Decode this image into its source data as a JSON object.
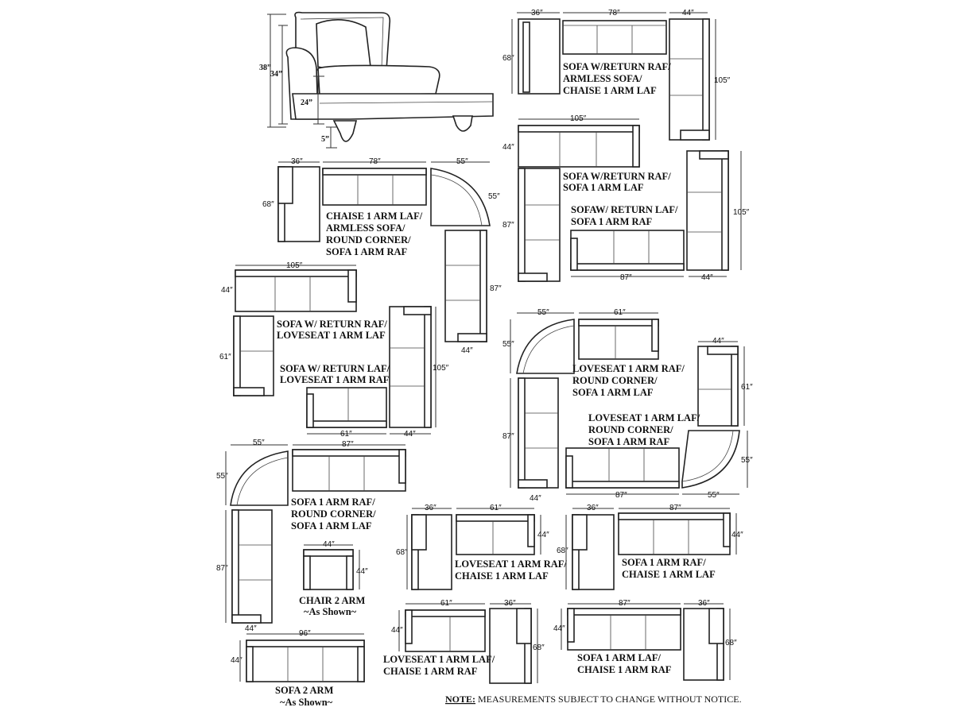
{
  "labels": {
    "a1": "SOFA W/RETURN RAF/",
    "a2": "ARMLESS SOFA/",
    "a3": "CHAISE 1 ARM LAF",
    "b1": "SOFA W/RETURN RAF/",
    "b2": "SOFA 1 ARM LAF",
    "c1": "SOFAW/ RETURN LAF/",
    "c2": "SOFA 1 ARM RAF",
    "d1": "CHAISE 1 ARM LAF/",
    "d2": "ARMLESS SOFA/",
    "d3": "ROUND CORNER/",
    "d4": "SOFA 1 ARM RAF",
    "e1": "SOFA W/ RETURN RAF/",
    "e2": "LOVESEAT 1 ARM LAF",
    "f1": "SOFA  W/ RETURN LAF/",
    "f2": "LOVESEAT 1 ARM RAF",
    "g1": "LOVESEAT 1 ARM RAF/",
    "g2": "ROUND CORNER/",
    "g3": "SOFA 1 ARM LAF",
    "h1": "LOVESEAT 1 ARM LAF/",
    "h2": "ROUND CORNER/",
    "h3": "SOFA 1 ARM RAF",
    "i1": "SOFA 1 ARM RAF/",
    "i2": "ROUND CORNER/",
    "i3": "SOFA 1 ARM LAF",
    "j1": "CHAIR 2 ARM",
    "j2": "~As Shown~",
    "k1": "LOVESEAT 1 ARM RAF/",
    "k2": "CHAISE 1 ARM LAF",
    "l1": "SOFA 1 ARM RAF/",
    "l2": "CHAISE 1 ARM LAF",
    "m1": "LOVESEAT 1 ARM LAF/",
    "m2": "CHAISE 1 ARM RAF",
    "n1": "SOFA 1 ARM LAF/",
    "n2": "CHAISE 1 ARM RAF",
    "o1": "SOFA 2 ARM",
    "o2": "~As Shown~"
  },
  "dims": {
    "d36": "36″",
    "d78": "78″",
    "d44": "44″",
    "d68": "68″",
    "d105": "105″",
    "d87": "87″",
    "d55": "55″",
    "d61": "61″",
    "d96": "96″",
    "h38": "38”",
    "h34": "34”",
    "h24": "24”",
    "h5": "5”"
  },
  "note": {
    "prefix": "NOTE:",
    "text": " MEASUREMENTS SUBJECT TO CHANGE WITHOUT NOTICE."
  }
}
